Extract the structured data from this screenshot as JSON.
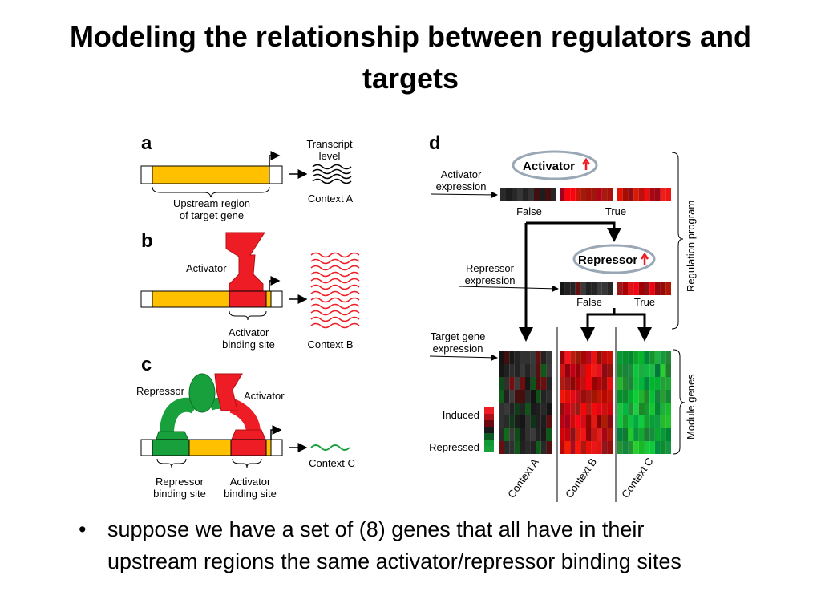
{
  "slide": {
    "title_line1": "Modeling the relationship between regulators and",
    "title_line2": "targets"
  },
  "figure": {
    "panel_a": {
      "letter": "a",
      "transcript_level_line1": "Transcript",
      "transcript_level_line2": "level",
      "upstream_line1": "Upstream region",
      "upstream_line2": "of target gene",
      "context": "Context A"
    },
    "panel_b": {
      "letter": "b",
      "activator": "Activator",
      "site_line1": "Activator",
      "site_line2": "binding site",
      "context": "Context B"
    },
    "panel_c": {
      "letter": "c",
      "repressor": "Repressor",
      "activator": "Activator",
      "rep_site_line1": "Repressor",
      "rep_site_line2": "binding site",
      "act_site_line1": "Activator",
      "act_site_line2": "binding site",
      "context": "Context C"
    },
    "panel_d": {
      "letter": "d",
      "activator_node": "Activator",
      "repressor_node": "Repressor",
      "activator_expr_line1": "Activator",
      "activator_expr_line2": "expression",
      "repressor_expr_line1": "Repressor",
      "repressor_expr_line2": "expression",
      "target_expr_line1": "Target gene",
      "target_expr_line2": "expression",
      "false_label": "False",
      "true_label": "True",
      "regulation_program": "Regulation program",
      "module_genes": "Module genes",
      "induced": "Induced",
      "repressed": "Repressed",
      "context_a": "Context A",
      "context_b": "Context B",
      "context_c": "Context C"
    },
    "colors": {
      "gene_yellow": "#FFC000",
      "activator_red": "#EE1C24",
      "repressor_green": "#17A03B",
      "heatmap_dark": "#1a1a1a"
    }
  },
  "bullets": [
    "suppose we have a set of (8) genes that all have in their upstream regions the same activator/repressor binding sites"
  ]
}
